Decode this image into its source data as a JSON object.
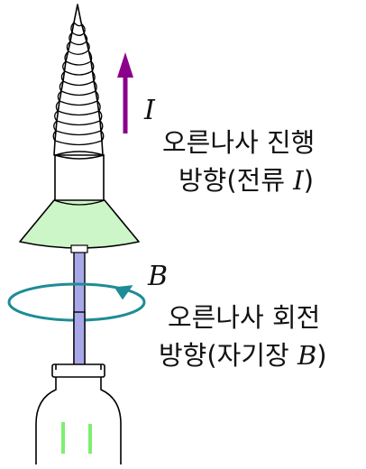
{
  "labels": {
    "current_symbol": "I",
    "field_symbol": "B",
    "advance_line1": "오른나사 진행",
    "advance_line2_pre": "방향(전류 ",
    "advance_line2_var": "I",
    "advance_line2_post": ")",
    "rotation_line1": "오른나사 회전",
    "rotation_line2_pre": "방향(자기장 ",
    "rotation_line2_var": "B",
    "rotation_line2_post": ")"
  },
  "colors": {
    "current_arrow": "#8B008B",
    "field_loop": "#1E8C96",
    "funnel": "#CCF5C8",
    "wire": "#A8A8E8",
    "screw_outline": "#000000",
    "bottle_highlight": "#7CF06E"
  },
  "icons": {
    "screw": "right-handed-screw-icon",
    "current_arrow": "up-arrow-icon",
    "field_loop": "circular-arrow-icon",
    "bottle": "bottle-icon"
  }
}
